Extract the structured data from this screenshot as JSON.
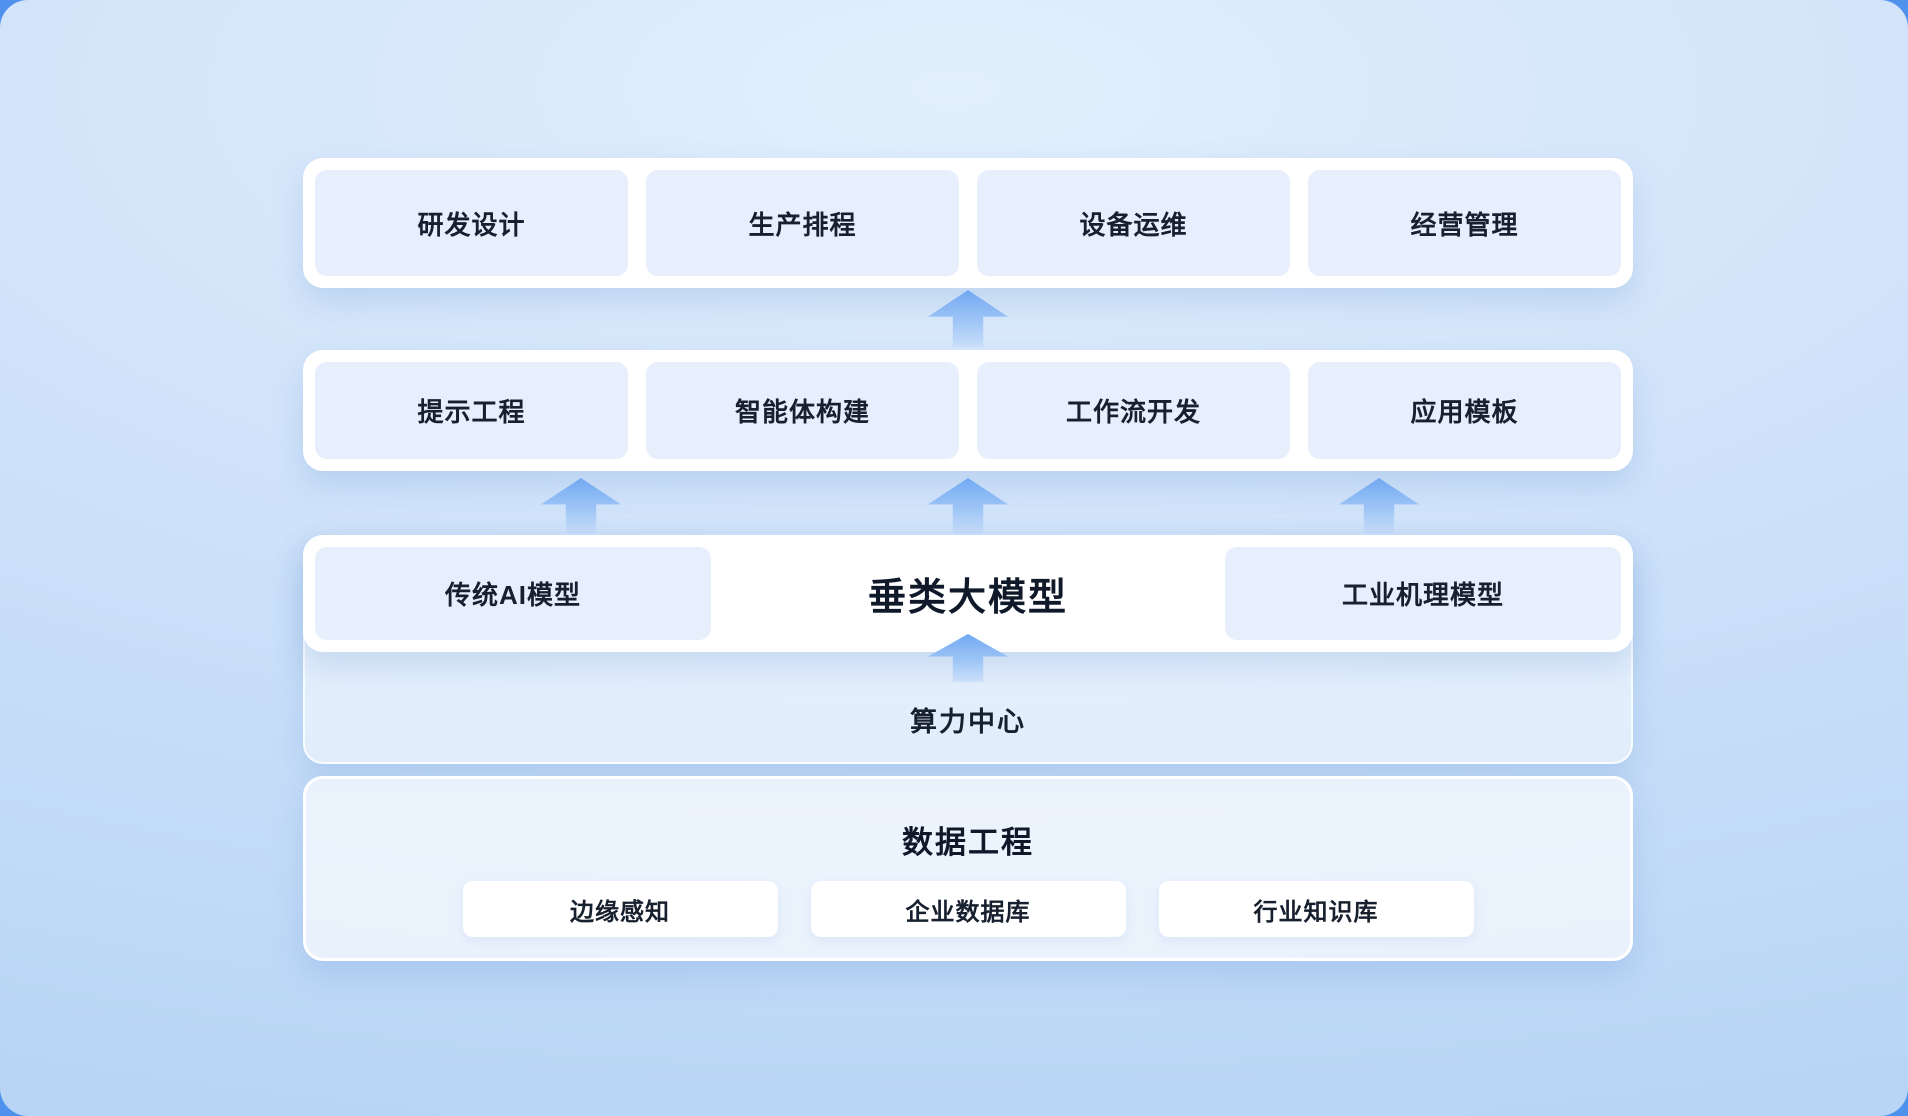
{
  "application_layer": {
    "items": [
      {
        "label": "研发设计"
      },
      {
        "label": "生产排程"
      },
      {
        "label": "设备运维"
      },
      {
        "label": "经营管理"
      }
    ]
  },
  "development_layer": {
    "items": [
      {
        "label": "提示工程"
      },
      {
        "label": "智能体构建"
      },
      {
        "label": "工作流开发"
      },
      {
        "label": "应用模板"
      }
    ]
  },
  "model_layer": {
    "left_label": "传统AI模型",
    "center_label": "垂类大模型",
    "right_label": "工业机理模型"
  },
  "compute_layer": {
    "label": "算力中心"
  },
  "data_layer": {
    "title": "数据工程",
    "items": [
      {
        "label": "边缘感知"
      },
      {
        "label": "企业数据库"
      },
      {
        "label": "行业知识库"
      }
    ]
  },
  "colors": {
    "background_outer": "#4e92ee",
    "background_top": "#e2effc",
    "background_bottom": "#b8d5f6",
    "container": "#ffffff",
    "node_fill": "#e7effc",
    "arrow": "#72a9f2",
    "text": "#17202e"
  }
}
